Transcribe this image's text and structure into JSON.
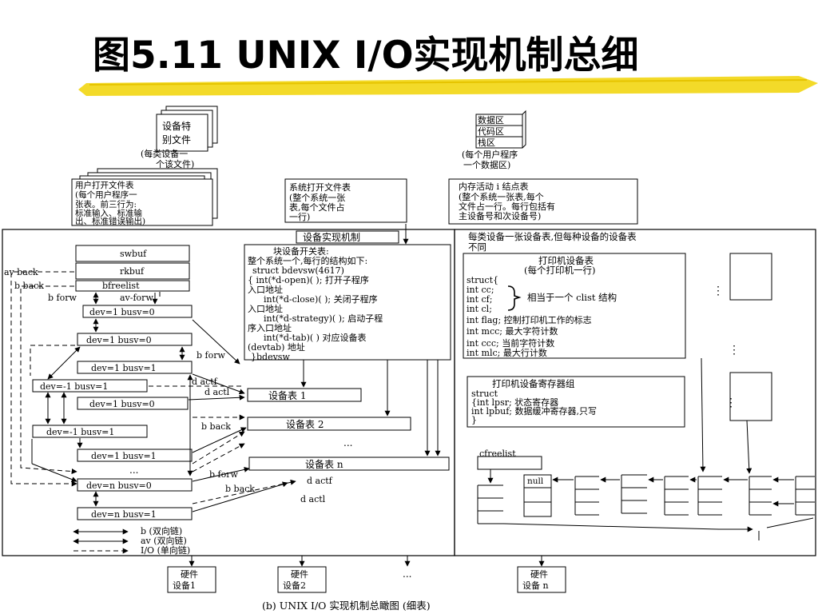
{
  "title": "图5.11 UNIX I/O实现机制总细",
  "caption": "(b) UNIX I/O 实现机制总瞰图 (细表)",
  "colors": {
    "highlighter": "#f2d81e",
    "ink": "#000000",
    "background": "#ffffff"
  },
  "top": {
    "dev_special_file": [
      "设备特",
      "别文件"
    ],
    "dev_special_note": [
      "(每类设备一",
      "个该文件)"
    ],
    "data_segments": [
      "数据区",
      "代码区",
      "栈区"
    ],
    "data_note": [
      "(每个用户程序",
      "一个数据区)"
    ],
    "user_open_table": [
      "用户打开文件表",
      "(每个用户程序一",
      "张表。前三行为:",
      "标准输入、标准输",
      "出、标准错误输出)"
    ],
    "sys_open_table": [
      "系统打开文件表",
      "(整个系统一张",
      "表,每个文件占",
      "一行)"
    ],
    "inode_table": [
      "内存活动 i 结点表",
      "(整个系统一张表,每个",
      "文件占一行。每行包括有",
      "主设备号和次设备号)"
    ]
  },
  "mechanism": {
    "title": "设备实现机制",
    "buffers": [
      "swbuf",
      "rkbuf",
      "bfreelist"
    ],
    "chain_rows": [
      "dev=1 busv=0",
      "dev=1 busv=0",
      "dev=1 busv=1",
      "dev=-1 busv=1",
      "dev=1 busv=0",
      "dev=-1 busv=1",
      "dev=1 busv=1",
      "dev=n busv=0",
      "dev=n busv=1"
    ],
    "labels": {
      "av_back": "av back",
      "b_back": "b back",
      "b_forw": "b forw",
      "av_forw": "av-forw",
      "b_forw2": "b forw",
      "d_actf": "d actf",
      "d_actl": "d actl",
      "b_back2": "b back",
      "ellipsis": "...",
      "b_forw3": "b forw",
      "b_back3": "b  back",
      "d_actf3": "d actf",
      "d_actl3": "d actl"
    },
    "block_table": {
      "lines": [
        "块设备开关表:",
        "整个系统一个,每行的结构如下:",
        "struct bdevsw(4617)",
        "{ int(*d-open)( ); 打开子程序",
        "入口地址",
        "int(*d-close)( ); 关闭子程序",
        "入口地址",
        "int(*d-strategy)( ); 启动子程",
        "序入口地址",
        "int(*d-tab)( ) 对应设备表",
        "(devtab) 地址",
        "}bdevsw"
      ]
    },
    "device_tables": [
      "设备表 1",
      "设备表 2",
      "设备表 n"
    ],
    "dev_ellipsis": "...",
    "legend": [
      "b (双向链)",
      "av (双向链)",
      "I/O (单向链)"
    ]
  },
  "right": {
    "header": [
      "每类设备一张设备表,但每种设备的设备表",
      "不同"
    ],
    "printer_table": [
      "打印机设备表",
      "(每个打印机一行)"
    ],
    "struct_lines": [
      "struct{",
      "int cc;",
      "int cf;",
      "int cl;",
      "int flag; 控制打印机工作的标志",
      "int mcc; 最大字符计数",
      "int ccc; 当前字符计数",
      "int mlc; 最大行计数"
    ],
    "clist_note": "相当于一个 clist 结构",
    "register_group": [
      "打印机设备寄存器组",
      "struct",
      "{int lpsr; 状态寄存器",
      "int lpbuf; 数据缓冲寄存器,只写",
      "}"
    ],
    "cfreelist": "cfreelist",
    "null_label": "null",
    "dots": "⋮"
  },
  "hardware": [
    "硬件",
    "设备1",
    "硬件",
    "设备2",
    "...",
    "硬件",
    "设备 n"
  ]
}
